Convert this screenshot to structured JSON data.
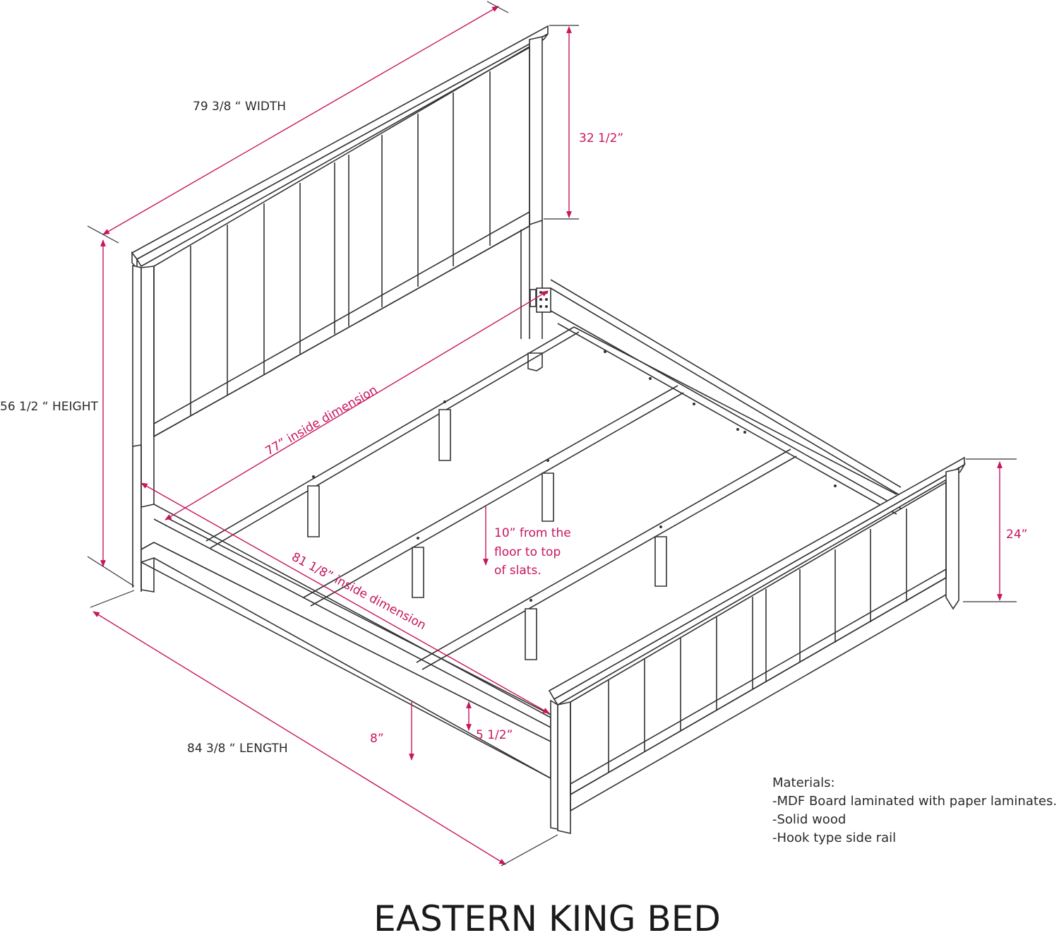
{
  "title": "EASTERN KING BED",
  "dimensions": {
    "width": "79 3/8 “ WIDTH",
    "height": "56 1/2 “ HEIGHT",
    "length": "84 3/8 “ LENGTH",
    "headboard_panel": "32 1/2”",
    "footboard_height": "24”",
    "inside_width": "77” inside dimension",
    "inside_length": "81 1/8” inside dimension",
    "slat_height_line1": "10” from the",
    "slat_height_line2": "floor to top",
    "slat_height_line3": "of slats.",
    "rail_clearance": "8”",
    "rail_height": "5 1/2”"
  },
  "materials": {
    "heading": "Materials:",
    "items": [
      "-MDF Board laminated with paper laminates.",
      "-Solid wood",
      "-Hook type side rail"
    ]
  },
  "colors": {
    "dimension": "#c8155e",
    "outline": "#333333"
  }
}
